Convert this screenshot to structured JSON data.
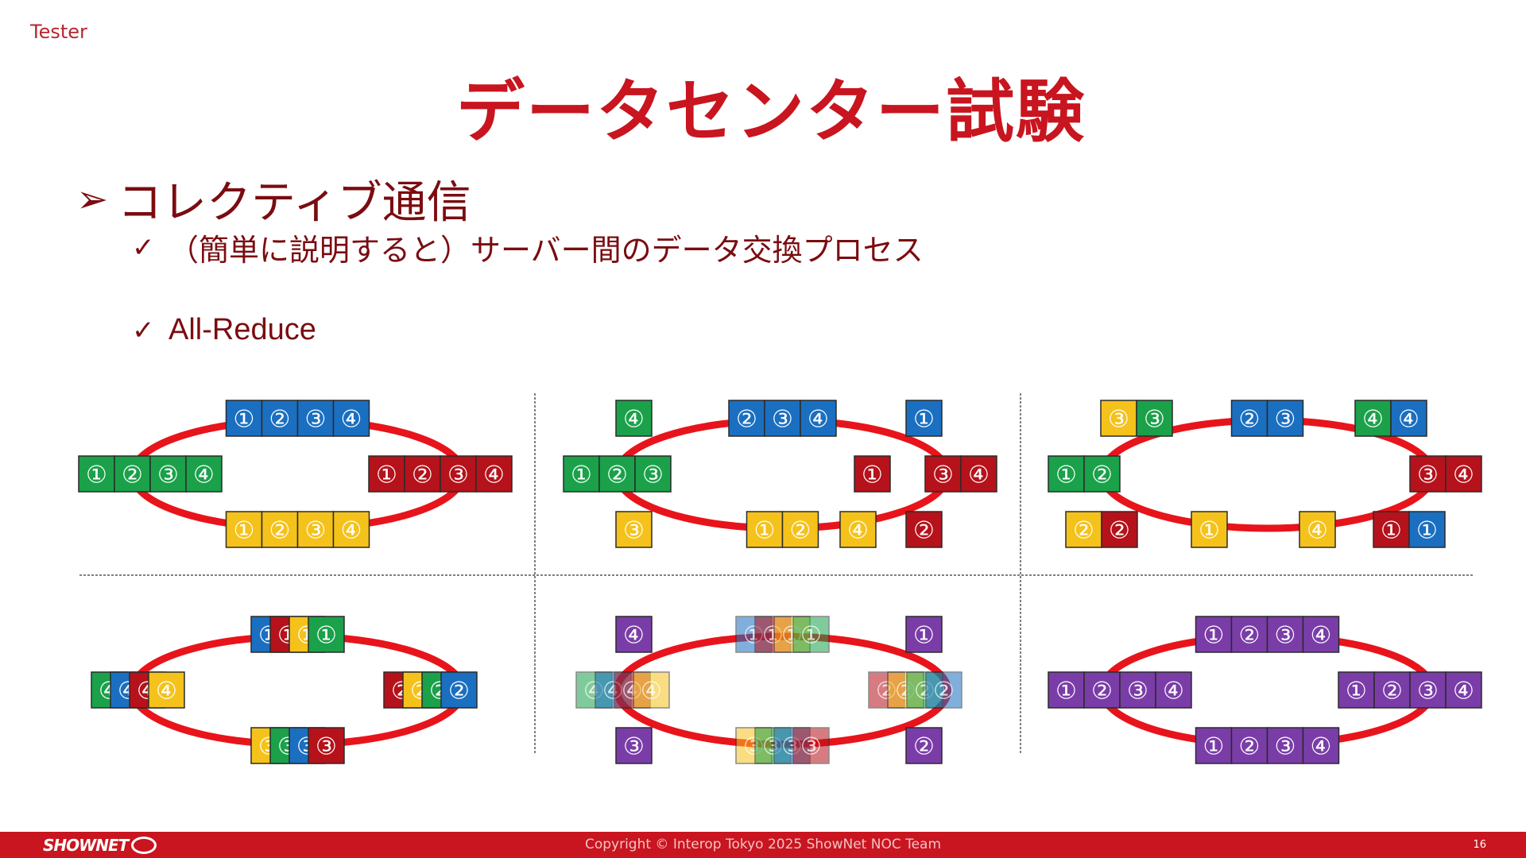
{
  "slide": {
    "tag": "Tester",
    "title": "データセンター試験",
    "bullet_main": "コレクティブ通信",
    "bullet_sub1": "（簡単に説明すると）サーバー間のデータ交換プロセス",
    "bullet_sub2": "All-Reduce",
    "arrow_glyph": "➢",
    "check_glyph": "✓"
  },
  "footer": {
    "logo": "SHOWNET",
    "copyright": "Copyright © Interop Tokyo 2025 ShowNet NOC Team",
    "page_number": "16"
  },
  "colors": {
    "green": "#1aa14a",
    "blue": "#1a6fc1",
    "red": "#b5121b",
    "yellow": "#f5c21b",
    "purple": "#7a3da8",
    "ring": "#e8141b",
    "title": "#c8151f"
  },
  "diagram": {
    "panels": [
      {
        "groups": [
          {
            "anchor": "top",
            "cells": [
              [
                "blue",
                "①"
              ],
              [
                "blue",
                "②"
              ],
              [
                "blue",
                "③"
              ],
              [
                "blue",
                "④"
              ]
            ]
          },
          {
            "anchor": "left",
            "cells": [
              [
                "green",
                "①"
              ],
              [
                "green",
                "②"
              ],
              [
                "green",
                "③"
              ],
              [
                "green",
                "④"
              ]
            ]
          },
          {
            "anchor": "right",
            "cells": [
              [
                "red",
                "①"
              ],
              [
                "red",
                "②"
              ],
              [
                "red",
                "③"
              ],
              [
                "red",
                "④"
              ]
            ]
          },
          {
            "anchor": "bottom",
            "cells": [
              [
                "yellow",
                "①"
              ],
              [
                "yellow",
                "②"
              ],
              [
                "yellow",
                "③"
              ],
              [
                "yellow",
                "④"
              ]
            ]
          }
        ]
      },
      {
        "groups": [
          {
            "anchor": "topleft",
            "cells": [
              [
                "green",
                "④"
              ]
            ]
          },
          {
            "anchor": "top",
            "cells": [
              [
                "blue",
                "②"
              ],
              [
                "blue",
                "③"
              ],
              [
                "blue",
                "④"
              ]
            ]
          },
          {
            "anchor": "topright",
            "cells": [
              [
                "blue",
                "①"
              ]
            ]
          },
          {
            "anchor": "left",
            "cells": [
              [
                "green",
                "①"
              ],
              [
                "green",
                "②"
              ],
              [
                "green",
                "③"
              ]
            ]
          },
          {
            "anchor": "innerright",
            "cells": [
              [
                "red",
                "①"
              ]
            ]
          },
          {
            "anchor": "right",
            "cells": [
              [
                "red",
                "③"
              ],
              [
                "red",
                "④"
              ]
            ]
          },
          {
            "anchor": "bottomleft",
            "cells": [
              [
                "yellow",
                "③"
              ]
            ]
          },
          {
            "anchor": "bottom",
            "cells": [
              [
                "yellow",
                "①"
              ],
              [
                "yellow",
                "②"
              ]
            ]
          },
          {
            "anchor": "bottominner",
            "cells": [
              [
                "yellow",
                "④"
              ]
            ]
          },
          {
            "anchor": "bottomright",
            "cells": [
              [
                "red",
                "②"
              ]
            ]
          }
        ]
      },
      {
        "groups": [
          {
            "anchor": "topleft",
            "cells": [
              [
                "yellow",
                "③"
              ],
              [
                "green",
                "③"
              ]
            ]
          },
          {
            "anchor": "top",
            "cells": [
              [
                "blue",
                "②"
              ],
              [
                "blue",
                "③"
              ]
            ]
          },
          {
            "anchor": "topright",
            "cells": [
              [
                "green",
                "④"
              ],
              [
                "blue",
                "④"
              ]
            ]
          },
          {
            "anchor": "left",
            "cells": [
              [
                "green",
                "①"
              ],
              [
                "green",
                "②"
              ]
            ]
          },
          {
            "anchor": "right",
            "cells": [
              [
                "red",
                "③"
              ],
              [
                "red",
                "④"
              ]
            ]
          },
          {
            "anchor": "bottomleft",
            "cells": [
              [
                "yellow",
                "②"
              ],
              [
                "red",
                "②"
              ]
            ]
          },
          {
            "anchor": "bottom",
            "cells": [
              [
                "yellow",
                "①"
              ]
            ]
          },
          {
            "anchor": "bottominner",
            "cells": [
              [
                "yellow",
                "④"
              ]
            ]
          },
          {
            "anchor": "bottomright",
            "cells": [
              [
                "red",
                "①"
              ],
              [
                "blue",
                "①"
              ]
            ]
          }
        ]
      },
      {
        "groups": [
          {
            "anchor": "top",
            "stack": true,
            "cells": [
              [
                "blue",
                "①"
              ],
              [
                "red",
                "①"
              ],
              [
                "yellow",
                "①"
              ],
              [
                "green",
                "①"
              ]
            ]
          },
          {
            "anchor": "left",
            "stack": true,
            "cells": [
              [
                "green",
                "④"
              ],
              [
                "blue",
                "④"
              ],
              [
                "red",
                "④"
              ],
              [
                "yellow",
                "④"
              ]
            ]
          },
          {
            "anchor": "right",
            "stack": true,
            "cells": [
              [
                "red",
                "②"
              ],
              [
                "yellow",
                "②"
              ],
              [
                "green",
                "②"
              ],
              [
                "blue",
                "②"
              ]
            ]
          },
          {
            "anchor": "bottom",
            "stack": true,
            "cells": [
              [
                "yellow",
                "③"
              ],
              [
                "green",
                "③"
              ],
              [
                "blue",
                "③"
              ],
              [
                "red",
                "③"
              ]
            ]
          }
        ]
      },
      {
        "groups": [
          {
            "anchor": "topleft",
            "cells": [
              [
                "purple",
                "④"
              ]
            ]
          },
          {
            "anchor": "top",
            "stack": true,
            "faded": true,
            "cells": [
              [
                "blue",
                "①"
              ],
              [
                "red",
                "①"
              ],
              [
                "yellow",
                "①"
              ],
              [
                "green",
                "①"
              ]
            ]
          },
          {
            "anchor": "topright",
            "cells": [
              [
                "purple",
                "①"
              ]
            ]
          },
          {
            "anchor": "left",
            "stack": true,
            "faded": true,
            "cells": [
              [
                "green",
                "④"
              ],
              [
                "blue",
                "④"
              ],
              [
                "red",
                "④"
              ],
              [
                "yellow",
                "④"
              ]
            ]
          },
          {
            "anchor": "right",
            "stack": true,
            "faded": true,
            "cells": [
              [
                "red",
                "②"
              ],
              [
                "yellow",
                "②"
              ],
              [
                "green",
                "②"
              ],
              [
                "blue",
                "②"
              ]
            ]
          },
          {
            "anchor": "bottomleft",
            "cells": [
              [
                "purple",
                "③"
              ]
            ]
          },
          {
            "anchor": "bottom",
            "stack": true,
            "faded": true,
            "cells": [
              [
                "yellow",
                "③"
              ],
              [
                "green",
                "③"
              ],
              [
                "blue",
                "③"
              ],
              [
                "red",
                "③"
              ]
            ]
          },
          {
            "anchor": "bottomright",
            "cells": [
              [
                "purple",
                "②"
              ]
            ]
          }
        ]
      },
      {
        "groups": [
          {
            "anchor": "top",
            "cells": [
              [
                "purple",
                "①"
              ],
              [
                "purple",
                "②"
              ],
              [
                "purple",
                "③"
              ],
              [
                "purple",
                "④"
              ]
            ]
          },
          {
            "anchor": "left",
            "cells": [
              [
                "purple",
                "①"
              ],
              [
                "purple",
                "②"
              ],
              [
                "purple",
                "③"
              ],
              [
                "purple",
                "④"
              ]
            ]
          },
          {
            "anchor": "right",
            "cells": [
              [
                "purple",
                "①"
              ],
              [
                "purple",
                "②"
              ],
              [
                "purple",
                "③"
              ],
              [
                "purple",
                "④"
              ]
            ]
          },
          {
            "anchor": "bottom",
            "cells": [
              [
                "purple",
                "①"
              ],
              [
                "purple",
                "②"
              ],
              [
                "purple",
                "③"
              ],
              [
                "purple",
                "④"
              ]
            ]
          }
        ]
      }
    ]
  }
}
